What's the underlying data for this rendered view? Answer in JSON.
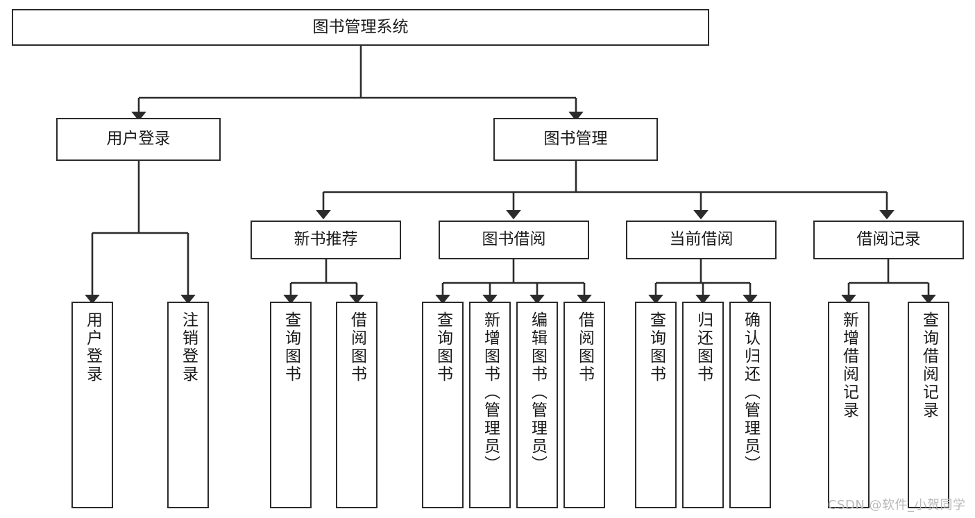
{
  "diagram": {
    "type": "hierarchy-tree",
    "title": "图书管理系统",
    "watermark": "CSDN @软件_小贺同学",
    "colors": {
      "stroke": "#2b2b2b",
      "fill": "#ffffff",
      "text": "#1a1a1a",
      "watermark": "#b9b9b9"
    },
    "root": {
      "label": "图书管理系统"
    },
    "level2": [
      {
        "label": "用户登录"
      },
      {
        "label": "图书管理"
      }
    ],
    "level3": [
      {
        "label": "新书推荐"
      },
      {
        "label": "图书借阅"
      },
      {
        "label": "当前借阅"
      },
      {
        "label": "借阅记录"
      }
    ],
    "leaves": {
      "user_login": [
        {
          "label": "用户登录"
        },
        {
          "label": "注销登录"
        }
      ],
      "new_book": [
        {
          "label": "查询图书"
        },
        {
          "label": "借阅图书"
        }
      ],
      "book_borrow": [
        {
          "label": "查询图书"
        },
        {
          "label": "新增图书（管理员）"
        },
        {
          "label": "编辑图书（管理员）"
        },
        {
          "label": "借阅图书"
        }
      ],
      "current_borrow": [
        {
          "label": "查询图书"
        },
        {
          "label": "归还图书"
        },
        {
          "label": "确认归还（管理员）"
        }
      ],
      "borrow_record": [
        {
          "label": "新增借阅记录"
        },
        {
          "label": "查询借阅记录"
        }
      ]
    }
  }
}
